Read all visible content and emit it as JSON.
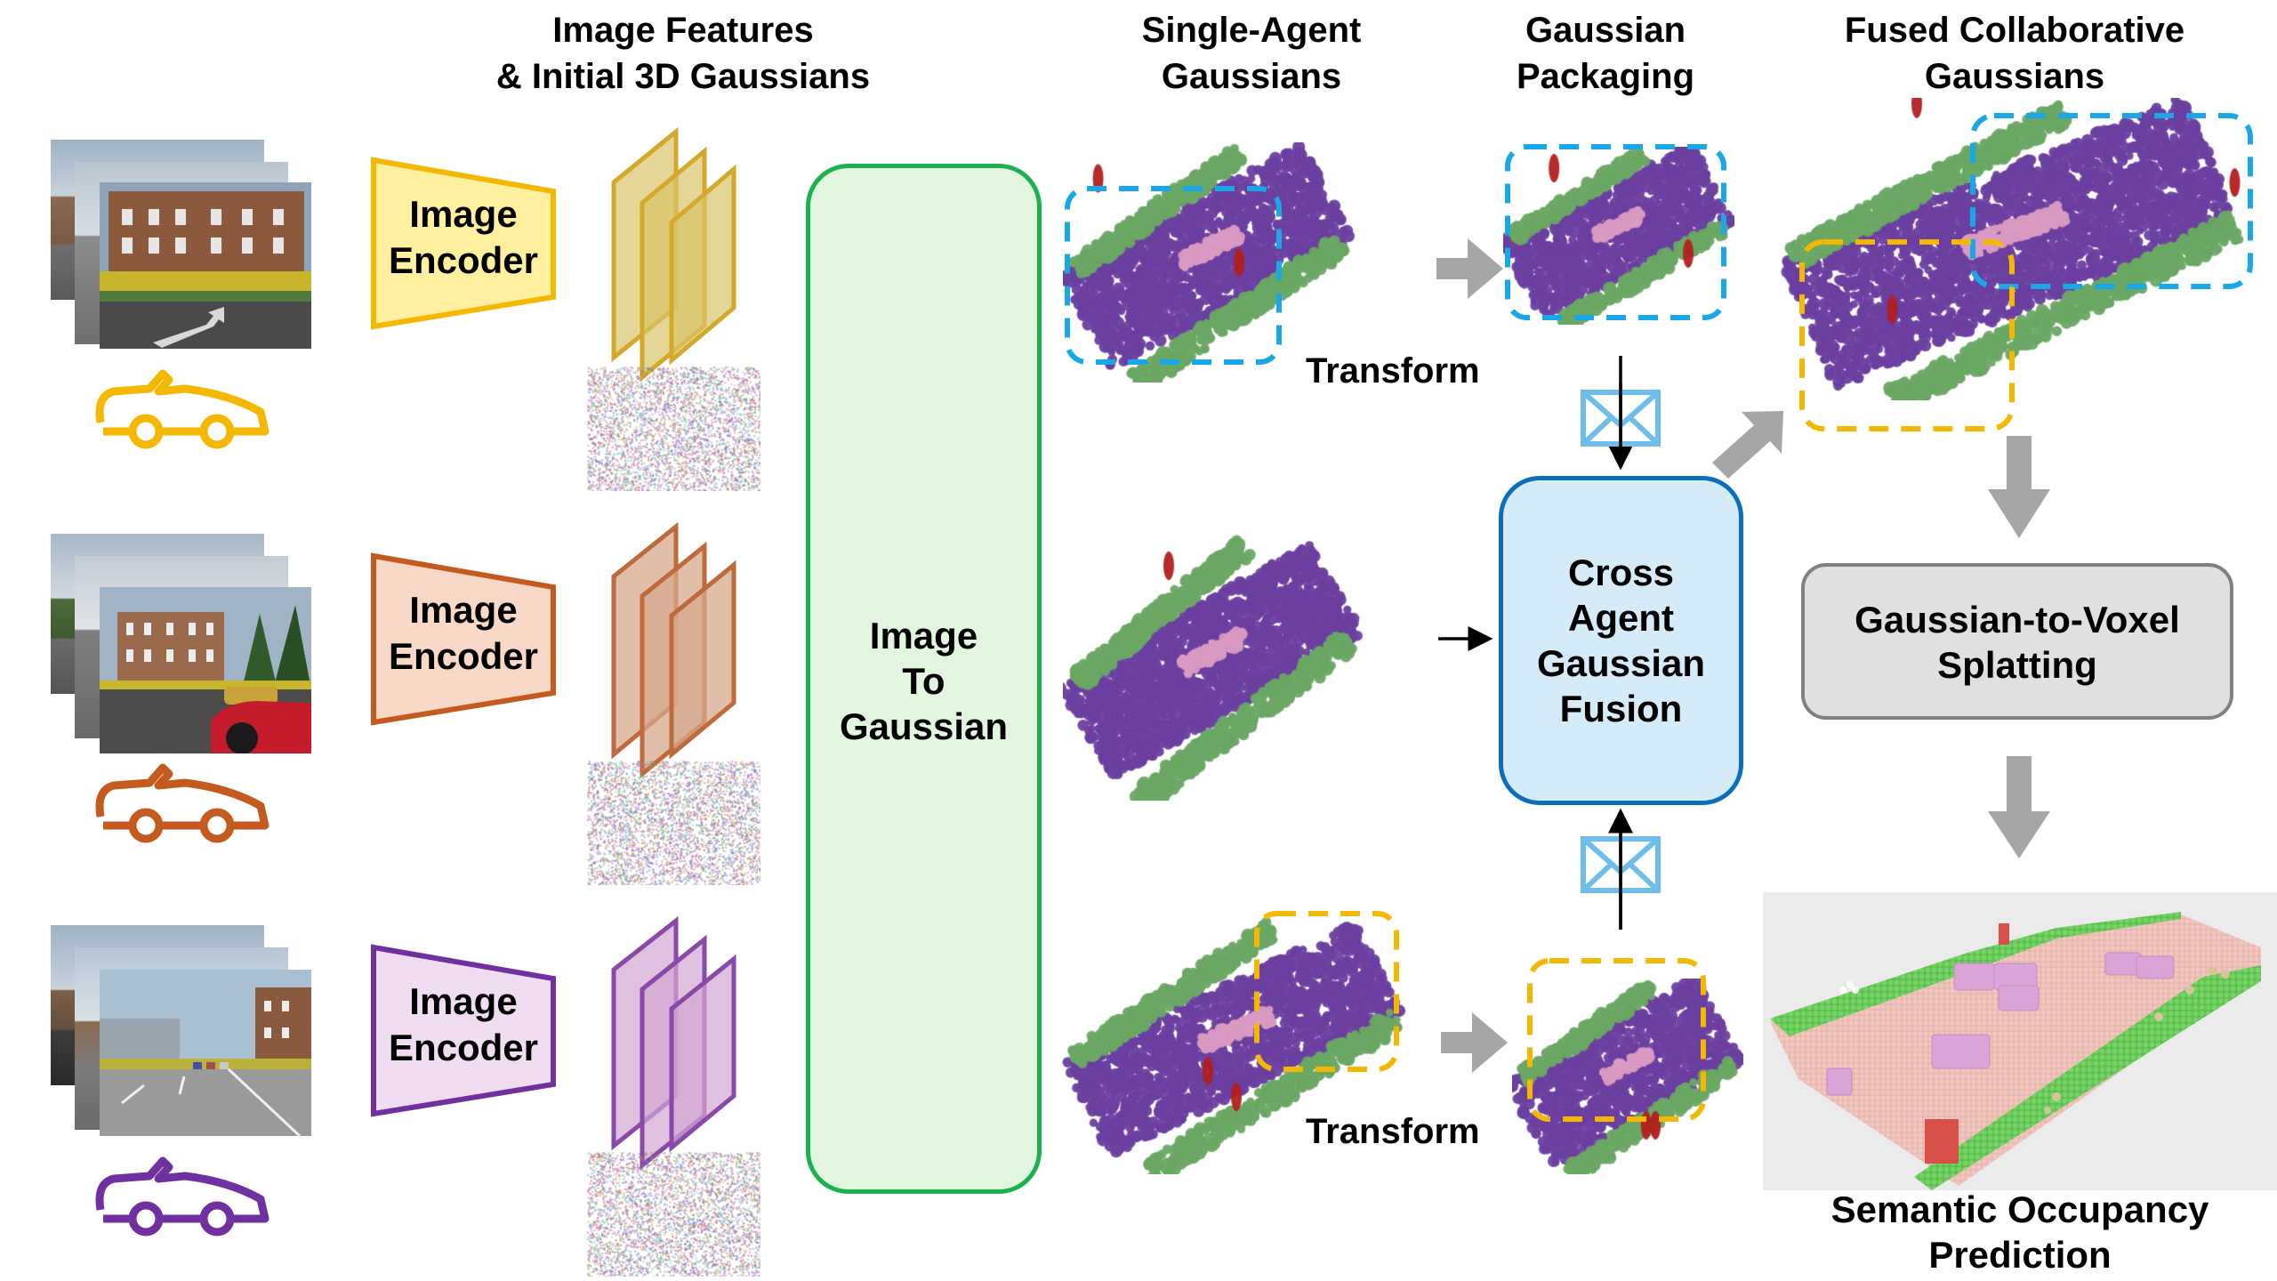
{
  "titles": {
    "features": [
      "Image Features",
      "& Initial 3D Gaussians"
    ],
    "single_agent": [
      "Single-Agent",
      "Gaussians"
    ],
    "packaging": [
      "Gaussian",
      "Packaging"
    ],
    "fused": [
      "Fused Collaborative",
      "Gaussians"
    ]
  },
  "agents": [
    {
      "id": "agent-1",
      "color": "#F5B800",
      "encoder_fill": "#FFF0A0",
      "plane_fill": "#D9C56A",
      "plane_stroke": "#D4A82A",
      "encoder_label": [
        "Image",
        "Encoder"
      ],
      "scene": "apartment building with road arrow"
    },
    {
      "id": "agent-2",
      "color": "#C55A1E",
      "encoder_fill": "#F8D9C8",
      "plane_fill": "#D6A88E",
      "plane_stroke": "#BF6A3A",
      "encoder_label": [
        "Image",
        "Encoder"
      ],
      "scene": "apartment building with red car"
    },
    {
      "id": "agent-3",
      "color": "#7030A0",
      "encoder_fill": "#F1DDF2",
      "plane_fill": "#D2A6D2",
      "plane_stroke": "#8A48A8",
      "encoder_label": [
        "Image",
        "Encoder"
      ],
      "scene": "street view with buildings and cars"
    }
  ],
  "image_to_gaussian": {
    "label": [
      "Image",
      "To",
      "Gaussian"
    ],
    "fill": "#E2F5DF",
    "stroke": "#1DB04F"
  },
  "cross_agent_fusion": {
    "label": [
      "Cross",
      "Agent",
      "Gaussian",
      "Fusion"
    ],
    "fill": "#D5EBF7",
    "stroke": "#0A6EBD"
  },
  "gaussian_to_voxel": {
    "label": [
      "Gaussian-to-Voxel",
      "Splatting"
    ],
    "fill": "#E0E0E0",
    "stroke": "#808080"
  },
  "transform_labels": [
    "Transform",
    "Transform"
  ],
  "output": {
    "label": [
      "Semantic Occupancy",
      "Prediction"
    ]
  },
  "colors": {
    "road": "#6B3FA0",
    "vegetation": "#6AA864",
    "vehicle": "#D99AC2",
    "pole": "#B31F1F",
    "dash_blue": "#1AA7E8",
    "dash_yellow": "#F5B800",
    "arrow_gray": "#A6A6A6",
    "message_icon": "#6FBDEB",
    "occ_ground": "#E9B8B0",
    "occ_grass": "#6DCF5E",
    "occ_bg": "#EBEBEB"
  }
}
